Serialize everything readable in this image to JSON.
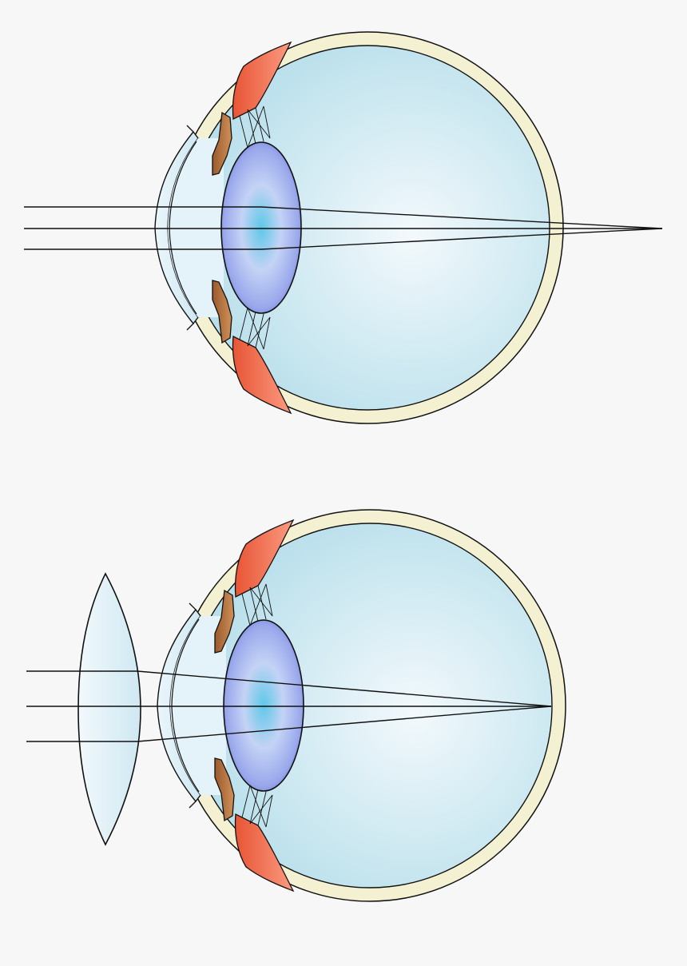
{
  "colors": {
    "background": "#f7f7f7",
    "sclera_fill": "#f4f1d2",
    "vitreous_light": "#f3f9fc",
    "vitreous_dark": "#b8dfeb",
    "cornea_fill": "#dff0f7",
    "lens_center": "#5ec8e8",
    "lens_mid": "#c4d3f5",
    "lens_edge": "#6f7fd8",
    "ciliary_muscle": "#f06a48",
    "iris": "#b8733f",
    "corrective_lens": "#e3f3f9",
    "outline": "#111111"
  },
  "diagrams": [
    {
      "name": "uncorrected-eye",
      "description_icon": "eye-cross-section-icon",
      "focus": "behind-retina",
      "has_corrective_lens": false
    },
    {
      "name": "corrected-eye",
      "description_icon": "eye-cross-section-icon",
      "focus": "on-retina",
      "has_corrective_lens": true,
      "corrective_lens_icon": "convex-lens-icon"
    }
  ]
}
